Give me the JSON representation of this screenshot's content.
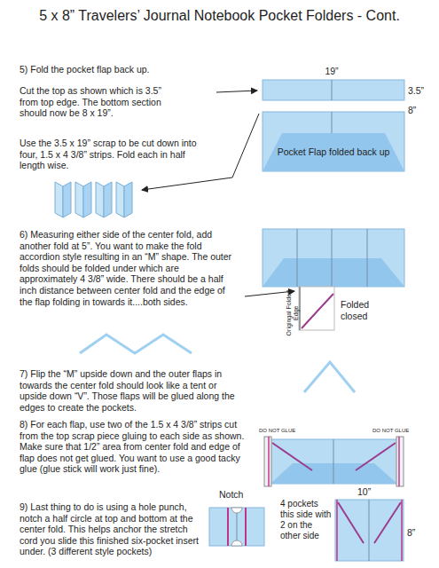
{
  "diagram": {
    "title": "5 x 8” Travelers’ Journal Notebook Pocket Folders - Cont.",
    "nodes": [
      {
        "text": [
          "Pocket Flap folded back up"
        ]
      }
    ],
    "labels": [
      "5) Fold the pocket flap back up.",
      "Cut the top as shown which is 3.5” from top edge. The bottom section should now be 8 x 19”.",
      "Use the 3.5 x 19” scrap to be cut down into four, 1.5 x 4 3/8” strips. Fold each in half length wise.",
      "19”",
      "3.5”",
      "8”",
      "6) Measuring either side of the center fold, add another fold at 5”. You want to make the fold accordion style resulting in an “M” shape. The outer folds should be folded under which are approximately 4 3/8” wide. There should be a half inch distance between center fold and the edge of the flap folding in towards it....both sides.",
      "Origingal Folded Edge",
      "Folded closed",
      "7) Flip the “M” upside down and the outer flaps in towards the center fold should look like a tent or upside down “V”. Those flaps will be glued along the edges to create the pockets.",
      "8) For each flap, use two of the 1.5 x 4 3/8” strips cut from the top scrap piece gluing to each side as shown. Make sure that 1/2” area from center fold and edge of flap does not get glued. You want to use a good tacky glue (glue stick will work just fine).",
      "DO NOT GLUE",
      "DO NOT GLUE",
      "9) Last thing to do is using a hole punch, notch a half circle at top and bottom at the center fold. This helps anchor the stretch cord you slide this finished six-pocket insert under. (3 different style pockets)",
      "Notch",
      "4 pockets this side with 2 on the other side",
      "10”",
      "8”"
    ]
  }
}
